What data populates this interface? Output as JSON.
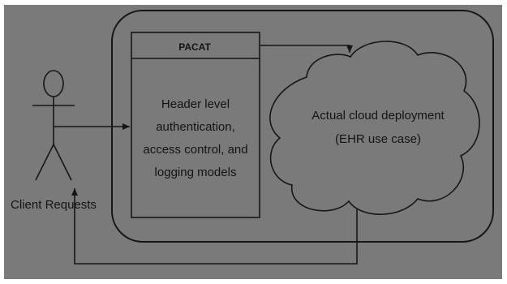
{
  "diagram": {
    "pacat_title": "PACAT",
    "pacat_body_lines": [
      "Header level",
      "authentication,",
      "access control, and",
      "logging models"
    ],
    "cloud_lines": [
      "Actual cloud deployment",
      "(EHR use case)"
    ],
    "actor_label": "Client Requests"
  },
  "colors": {
    "background": "#7a7a7a",
    "stroke": "#161616",
    "text": "#141414"
  }
}
